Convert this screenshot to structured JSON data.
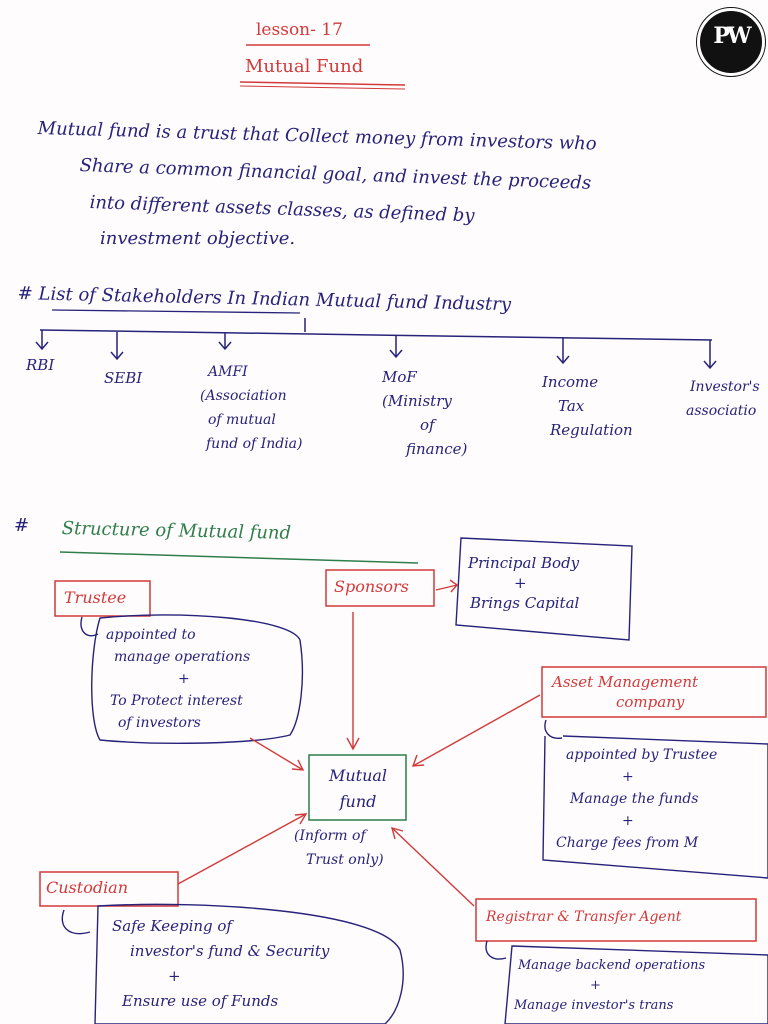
{
  "header": {
    "lesson": "lesson- 17",
    "title": "Mutual Fund",
    "logo_text": "PW"
  },
  "definition": {
    "lines": [
      "Mutual fund is a trust that Collect money from investors who",
      "Share a common financial goal, and invest the proceeds",
      "into different assets classes, as defined by",
      "investment objective."
    ]
  },
  "stakeholders": {
    "heading": "# List of Stakeholders In Indian Mutual fund Industry",
    "items": [
      {
        "lines": [
          "RBI"
        ]
      },
      {
        "lines": [
          "SEBI"
        ]
      },
      {
        "lines": [
          "AMFI",
          "(Association",
          "of mutual",
          "fund of India)"
        ]
      },
      {
        "lines": [
          "MoF",
          "(Ministry",
          "of",
          "finance)"
        ]
      },
      {
        "lines": [
          "Income",
          "Tax",
          "Regulation"
        ]
      },
      {
        "lines": [
          "Investor's",
          "associatio"
        ]
      }
    ]
  },
  "structure": {
    "heading_hash": "#",
    "heading": "Structure of Mutual fund",
    "center": {
      "lines": [
        "Mutual",
        "fund"
      ]
    },
    "center_note": {
      "lines": [
        "(Inform of",
        "Trust only)"
      ]
    },
    "trustee": {
      "label": "Trustee",
      "desc": [
        "appointed to",
        "manage operations",
        "+",
        "To Protect interest",
        "of investors"
      ]
    },
    "sponsors": {
      "label": "Sponsors",
      "desc": [
        "Principal Body",
        "+",
        "Brings Capital"
      ]
    },
    "amc": {
      "label": [
        "Asset Management",
        "company"
      ],
      "desc": [
        "appointed by Trustee",
        "+",
        "Manage the funds",
        "+",
        "Charge fees from M"
      ]
    },
    "custodian": {
      "label": "Custodian",
      "desc": [
        "Safe Keeping of",
        "investor's fund & Security",
        "+",
        "Ensure use of Funds"
      ]
    },
    "registrar": {
      "label": "Registrar & Transfer Agent",
      "desc": [
        "Manage backend operations",
        "+",
        "Manage investor's trans"
      ]
    }
  },
  "colors": {
    "ink_blue": "#27237a",
    "ink_red": "#d23a3a",
    "ink_green": "#2f7d4a",
    "paper": "#fefcfd"
  }
}
